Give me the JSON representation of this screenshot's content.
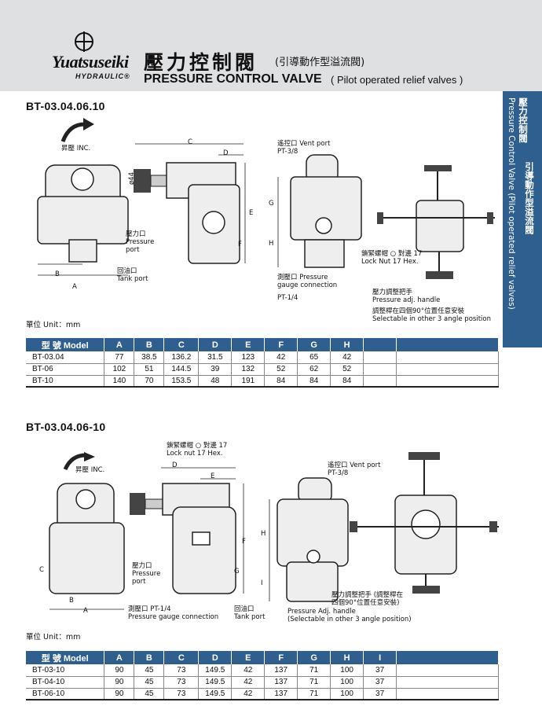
{
  "header": {
    "brand": "Yuatsuseiki",
    "brand_sub": "HYDRAULIC",
    "registered": "®",
    "title_zh": "壓力控制閥",
    "title_zh_sub": "(引導動作型溢流閥)",
    "title_en": "PRESSURE CONTROL VALVE",
    "title_en_sub": "( Pilot operated relief valves )"
  },
  "side_tab": {
    "line1": "壓力控制閥",
    "line1_sub": "Pressure Control Valve (Pilot operated relief valves)",
    "line2": "引導動作型溢流閥"
  },
  "section1": {
    "title": "BT-03.04.06.10",
    "unit": "單位 Unit：mm",
    "labels": {
      "inc": "昇壓 INC.",
      "pressure_port_zh": "壓力口",
      "pressure_port_en1": "Pressure",
      "pressure_port_en2": "port",
      "tank_port_zh": "回油口",
      "tank_port_en": "Tank port",
      "vent_port_zh": "遙控口 Vent port",
      "vent_port_size": "PT-3/8",
      "gauge_zh": "測壓口 Pressure",
      "gauge_en": "gauge connection",
      "gauge_size": "PT-1/4",
      "locknut_zh": "鎖緊螺帽 ○ 對邊 17",
      "locknut_en": "Lock Nut 17 Hex.",
      "handle_zh": "壓力調整把手",
      "handle_en": "Pressure adj. handle",
      "selectable_zh": "調整桿在四個90°位置任意安裝",
      "selectable_en": "Selectable in other 3 angle position",
      "dim_a": "A",
      "dim_b": "B",
      "dim_c": "C",
      "dim_d": "D",
      "dim_e": "E",
      "dim_f": "F",
      "dim_g": "G",
      "dim_h": "H",
      "dim_44": "ø44"
    },
    "table": {
      "headers": [
        "型 號 Model",
        "A",
        "B",
        "C",
        "D",
        "E",
        "F",
        "G",
        "H",
        "",
        ""
      ],
      "rows": [
        [
          "BT-03.04",
          "77",
          "38.5",
          "136.2",
          "31.5",
          "123",
          "42",
          "65",
          "42",
          "",
          ""
        ],
        [
          "BT-06",
          "102",
          "51",
          "144.5",
          "39",
          "132",
          "52",
          "62",
          "52",
          "",
          ""
        ],
        [
          "BT-10",
          "140",
          "70",
          "153.5",
          "48",
          "191",
          "84",
          "84",
          "84",
          "",
          ""
        ]
      ]
    }
  },
  "section2": {
    "title": "BT-03.04.06-10",
    "unit": "單位 Unit：mm",
    "labels": {
      "inc": "昇壓 INC.",
      "locknut_zh": "鎖緊螺帽 ○ 對邊 17",
      "locknut_en": "Lock nut 17 Hex.",
      "pressure_port_zh": "壓力口",
      "pressure_port_en1": "Pressure",
      "pressure_port_en2": "port",
      "gauge_zh": "測壓口 PT-1/4",
      "gauge_en": "Pressure gauge connection",
      "tank_port_zh": "回油口",
      "tank_port_en": "Tank port",
      "vent_port_zh": "遙控口 Vent port",
      "vent_port_size": "PT-3/8",
      "handle_zh": "壓力調整把手 (調整桿在",
      "handle_zh2": "四個90°位置任意安裝)",
      "handle_en": "Pressure Adj. handle",
      "selectable_en": "(Selectable in other 3 angle position)",
      "dim_a": "A",
      "dim_b": "B",
      "dim_c": "C",
      "dim_d": "D",
      "dim_e": "E",
      "dim_f": "F",
      "dim_g": "G",
      "dim_h": "H",
      "dim_i": "I"
    },
    "table": {
      "headers": [
        "型 號 Model",
        "A",
        "B",
        "C",
        "D",
        "E",
        "F",
        "G",
        "H",
        "I",
        ""
      ],
      "rows": [
        [
          "BT-03-10",
          "90",
          "45",
          "73",
          "149.5",
          "42",
          "137",
          "71",
          "100",
          "37",
          ""
        ],
        [
          "BT-04-10",
          "90",
          "45",
          "73",
          "149.5",
          "42",
          "137",
          "71",
          "100",
          "37",
          ""
        ],
        [
          "BT-06-10",
          "90",
          "45",
          "73",
          "149.5",
          "42",
          "137",
          "71",
          "100",
          "37",
          ""
        ]
      ]
    }
  }
}
